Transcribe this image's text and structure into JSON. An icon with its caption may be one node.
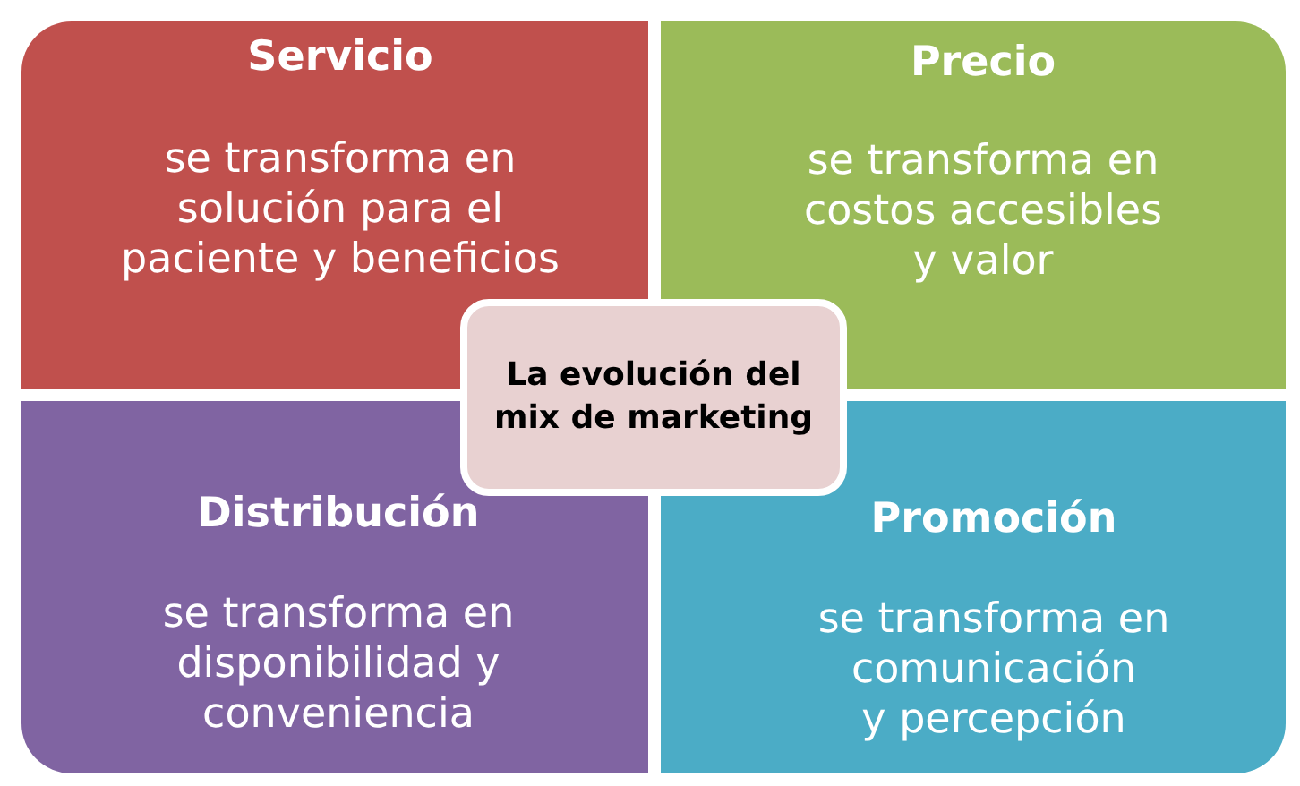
{
  "diagram": {
    "nodes": [
      {
        "text": [
          "Servicio",
          "se transforma en solución para el paciente y beneficios"
        ]
      },
      {
        "text": [
          "Precio",
          "se transforma en costos accesibles y valor"
        ]
      },
      {
        "text": [
          "La evolución del mix de marketing"
        ]
      },
      {
        "text": [
          "Distribución",
          "se transforma en disponibilidad y conveniencia"
        ]
      },
      {
        "text": [
          "Promoción",
          "se transforma en comunicación y percepción"
        ]
      }
    ]
  }
}
